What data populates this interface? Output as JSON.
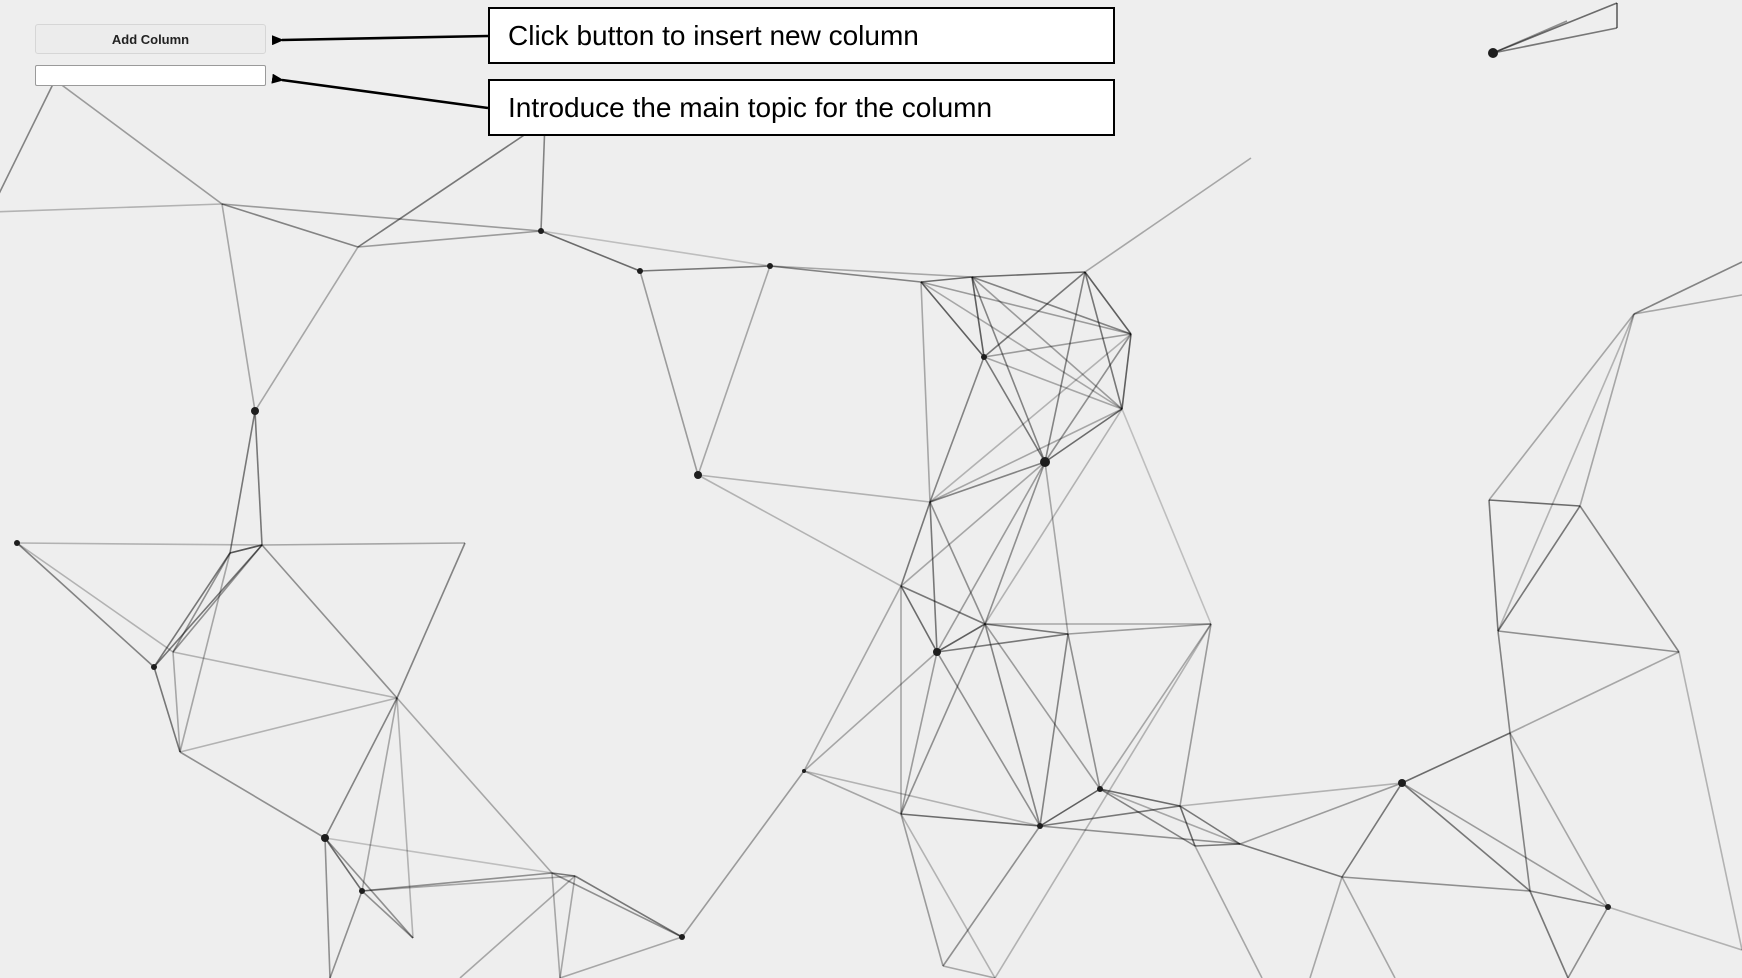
{
  "toolbar": {
    "add_column_label": "Add Column",
    "topic_input_value": "",
    "topic_input_placeholder": ""
  },
  "annotations": {
    "add_column_hint": "Click button to insert new column",
    "topic_input_hint": "Introduce the main topic for the column"
  },
  "colors": {
    "background": "#eeeeee",
    "network_line": "#000000",
    "network_node": "#1e1e1e",
    "callout_border": "#000000"
  },
  "background_graphic": "animated particle network"
}
